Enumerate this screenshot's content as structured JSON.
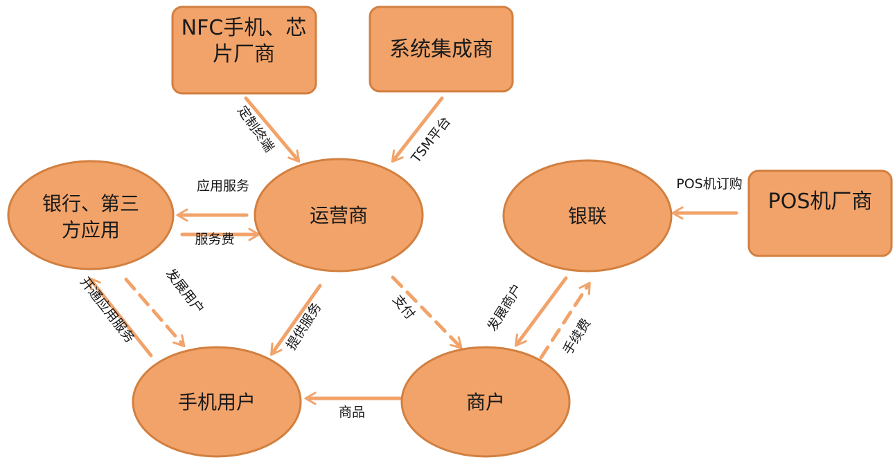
{
  "colors": {
    "node_fill": "#F1A36A",
    "node_stroke": "#D27F3F",
    "arrow": "#F1A36A",
    "text": "#1a1a1a"
  },
  "nodes": {
    "nfc_vendor": {
      "line1": "NFC手机、芯",
      "line2": "片厂商"
    },
    "system_integrator": {
      "label": "系统集成商"
    },
    "operator": {
      "label": "运营商"
    },
    "bank_third_party": {
      "line1": "银行、第三",
      "line2": "方应用"
    },
    "unionpay": {
      "label": "银联"
    },
    "pos_vendor": {
      "label": "POS机厂商"
    },
    "mobile_user": {
      "label": "手机用户"
    },
    "merchant": {
      "label": "商户"
    }
  },
  "edges": {
    "custom_terminal": "定制终端",
    "tsm_platform": "TSM平台",
    "app_service": "应用服务",
    "service_fee": "服务费",
    "pos_purchase": "POS机订购",
    "develop_users": "发展用户",
    "open_app_service": "开通应用服务",
    "provide_service": "提供服务",
    "payment": "支付",
    "develop_merchants": "发展商户",
    "handling_fee": "手续费",
    "goods": "商品"
  }
}
